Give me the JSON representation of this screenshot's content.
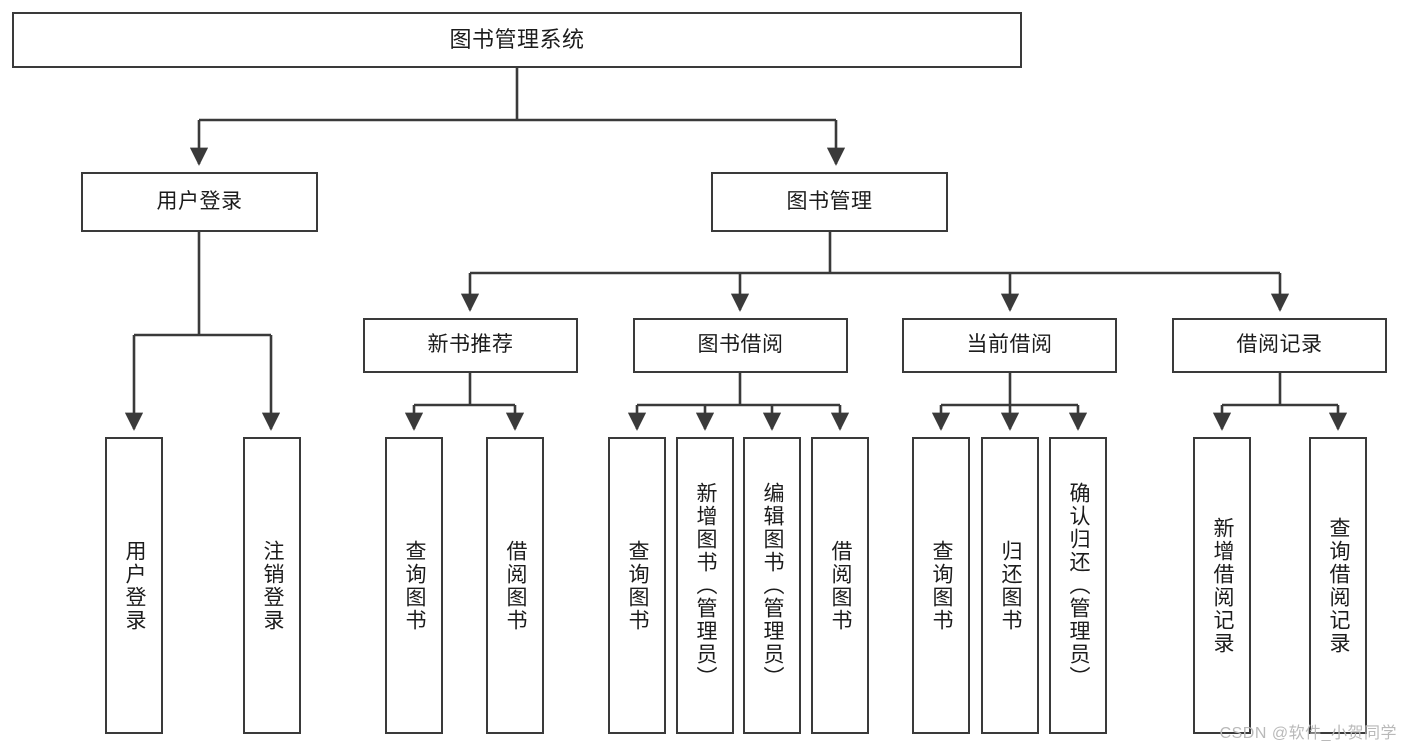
{
  "diagram": {
    "title": "图书管理系统",
    "watermark": "CSDN @软件_小贺同学",
    "line_color": "#3a3a3a",
    "box_fill": "#ffffff",
    "text_color": "#1c1c1c",
    "watermark_color": "#b9b9b9"
  },
  "nodes": {
    "root": {
      "label": "图书管理系统"
    },
    "level2": [
      {
        "label": "用户登录"
      },
      {
        "label": "图书管理"
      }
    ],
    "level3": [
      {
        "label": "新书推荐"
      },
      {
        "label": "图书借阅"
      },
      {
        "label": "当前借阅"
      },
      {
        "label": "借阅记录"
      }
    ],
    "leaves_user_login": [
      {
        "label": "用户登录"
      },
      {
        "label": "注销登录"
      }
    ],
    "leaves_new_book": [
      {
        "label": "查询图书"
      },
      {
        "label": "借阅图书"
      }
    ],
    "leaves_book_borrow": [
      {
        "label": "查询图书"
      },
      {
        "label": "新增图书（管理员）"
      },
      {
        "label": "编辑图书（管理员）"
      },
      {
        "label": "借阅图书"
      }
    ],
    "leaves_current_borrow": [
      {
        "label": "查询图书"
      },
      {
        "label": "归还图书"
      },
      {
        "label": "确认归还（管理员）"
      }
    ],
    "leaves_borrow_record": [
      {
        "label": "新增借阅记录"
      },
      {
        "label": "查询借阅记录"
      }
    ]
  }
}
